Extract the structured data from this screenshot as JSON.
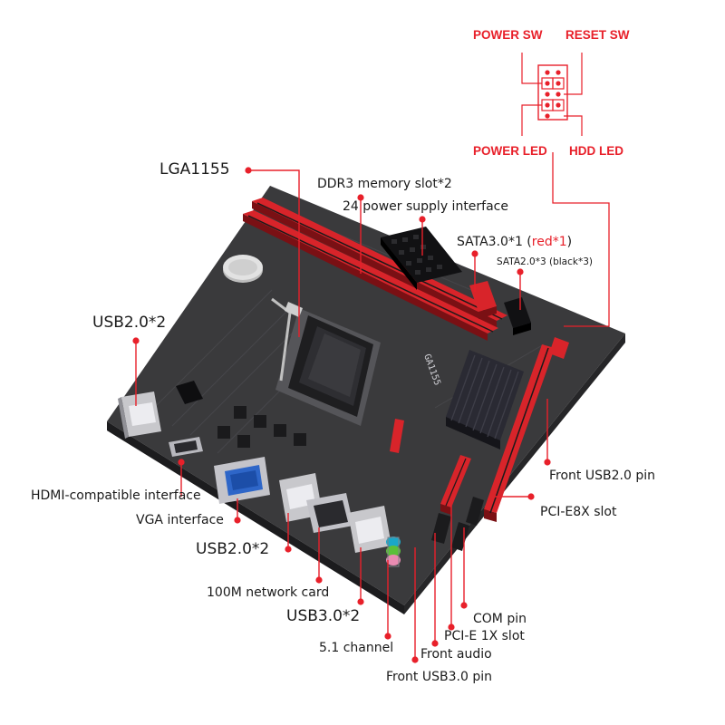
{
  "colors": {
    "callout_red": "#e8202a",
    "pcb": "#3a3a3c",
    "pcb_dark": "#232325",
    "slot_red": "#d8242a",
    "heatsink": "#2a2a33",
    "text": "#1a1a1a"
  },
  "header_pins": {
    "power_sw": "POWER SW",
    "reset_sw": "RESET SW",
    "power_led": "POWER LED",
    "hdd_led": "HDD  LED"
  },
  "labels": {
    "lga": "LGA1155",
    "ddr3": "DDR3 memory slot*2",
    "atx24": "24 power supply interface",
    "sata3_prefix": "SATA3.0*1 (",
    "sata3_red": "red*1",
    "sata3_suffix": ")",
    "sata2": "SATA2.0*3 (black*3)",
    "usb2_left": "USB2.0*2",
    "hdmi": "HDMI-compatible interface",
    "vga": "VGA interface",
    "usb2_bottom": "USB2.0*2",
    "lan": "100M network card",
    "usb3": "USB3.0*2",
    "audio51": "5.1 channel",
    "front_usb3": "Front USB3.0 pin",
    "front_audio": "Front audio",
    "pcie1x": "PCI-E 1X slot",
    "com": "COM pin",
    "pcie8x": "PCI-E8X slot",
    "front_usb2": "Front USB2.0 pin"
  },
  "board_markings": {
    "model": "GA1155"
  }
}
